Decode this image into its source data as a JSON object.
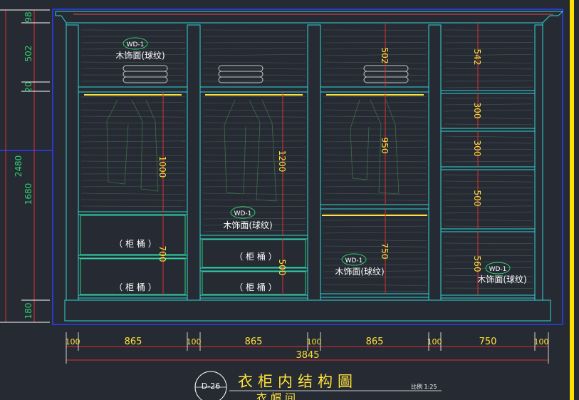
{
  "drawing": {
    "code": "D-26",
    "title": "衣柜内结构圖",
    "subtitle": "衣帽间",
    "scale": "比例 1:25"
  },
  "left_dims": {
    "outer": [
      "98",
      "502",
      "20",
      "1680",
      "180"
    ],
    "total": "2480"
  },
  "bottom_dims": {
    "segments": [
      "100",
      "865",
      "100",
      "865",
      "100",
      "865",
      "100",
      "750",
      "100"
    ],
    "total": "3845"
  },
  "material_tags": {
    "code": "WD-1",
    "text": "木饰面(球纹)"
  },
  "drawer_label": "（ 柜 桶 ）",
  "inner_dims": {
    "col1": [
      "1000",
      "700"
    ],
    "col2": [
      "1200",
      "500"
    ],
    "col3": [
      "502",
      "950",
      "750"
    ],
    "col4": [
      "542",
      "300",
      "300",
      "500",
      "560"
    ]
  }
}
